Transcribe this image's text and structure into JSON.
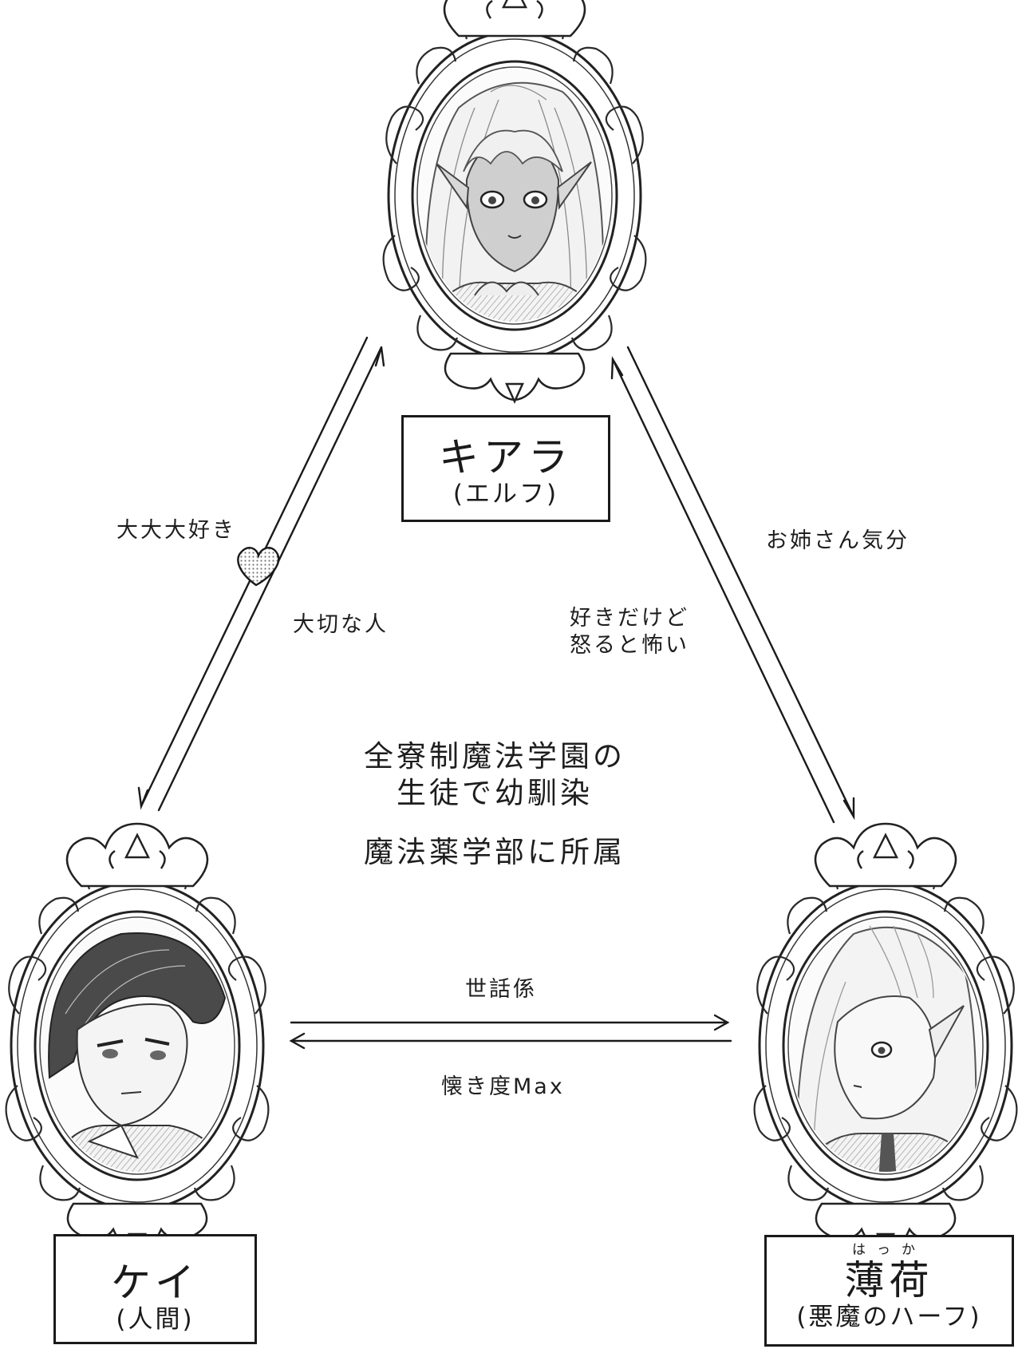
{
  "characters": {
    "kiara": {
      "name": "キアラ",
      "subtitle": "(エルフ)"
    },
    "kei": {
      "name": "ケイ",
      "subtitle": "(人間)"
    },
    "hakka": {
      "name": "薄荷",
      "ruby": "はっか",
      "subtitle": "(悪魔のハーフ)"
    }
  },
  "relations": {
    "kei_to_kiara": "大大大好き",
    "kiara_to_kei": "大切な人",
    "kiara_to_hakka": "お姉さん気分",
    "hakka_to_kiara_line1": "好きだけど",
    "hakka_to_kiara_line2": "怒ると怖い",
    "kei_to_hakka": "世話係",
    "hakka_to_kei": "懐き度Max"
  },
  "center_text": {
    "line1": "全寮制魔法学園の",
    "line2": "生徒で幼馴染",
    "line3": "魔法薬学部に所属"
  }
}
